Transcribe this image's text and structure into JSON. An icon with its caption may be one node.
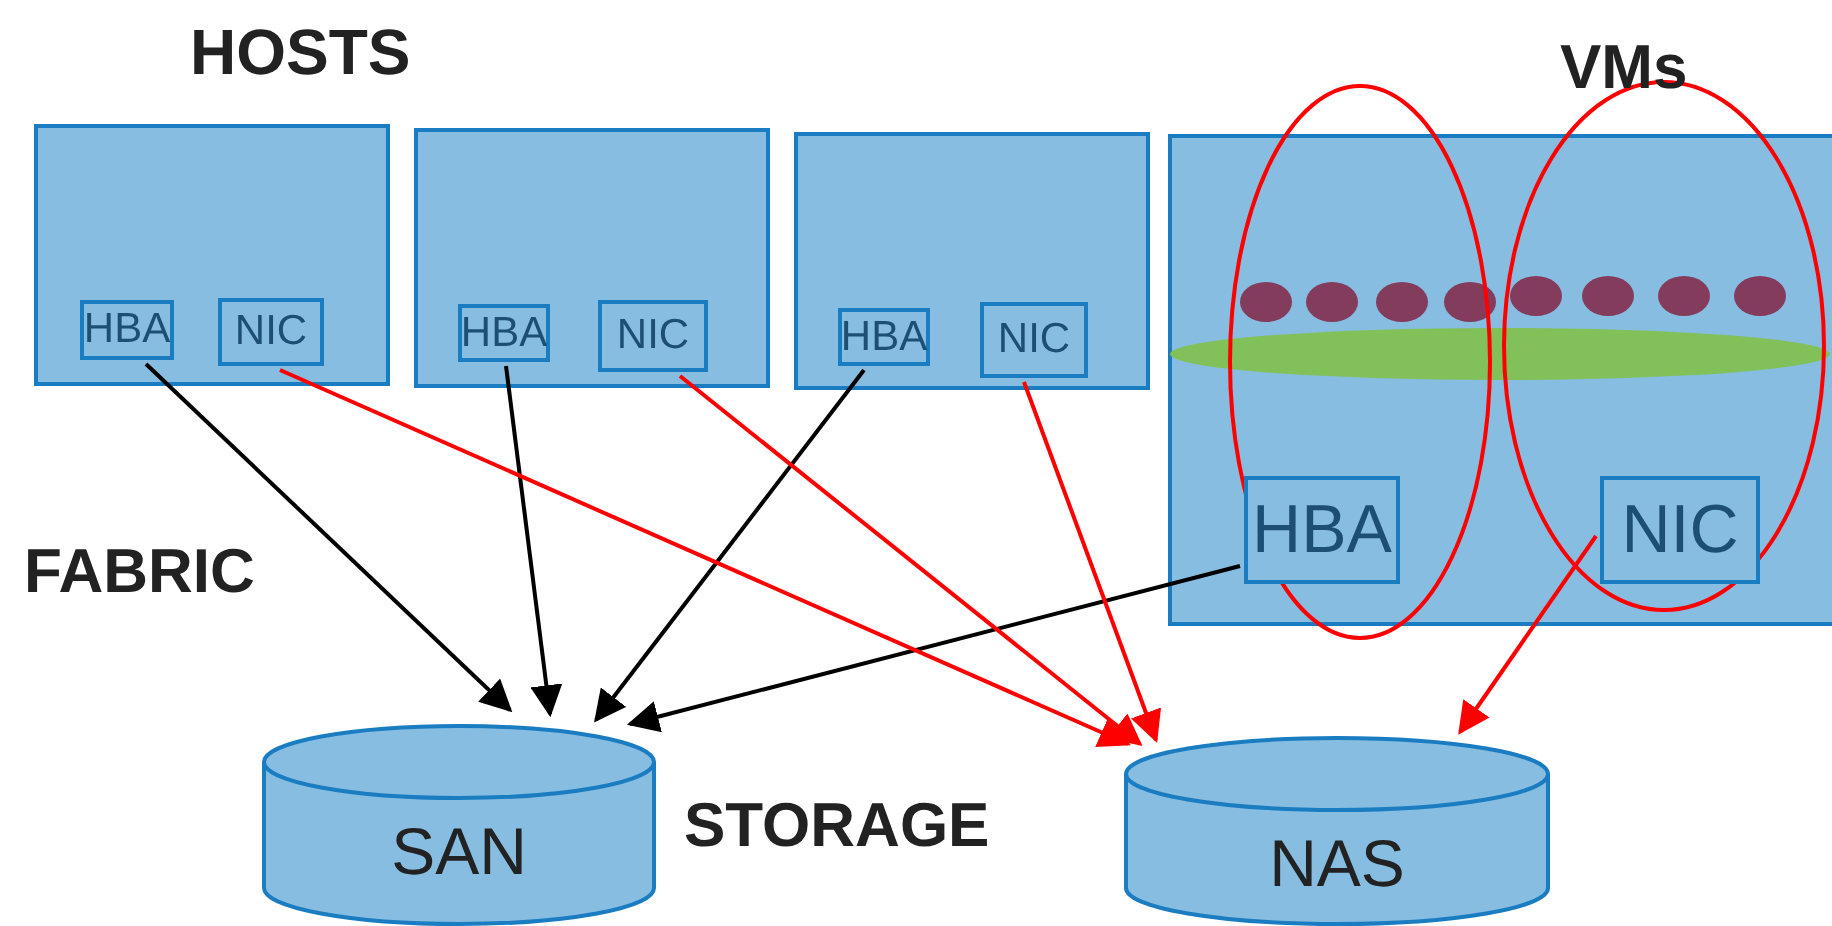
{
  "diagram": {
    "nodes": [
      {
        "text": [],
        "shape": "box"
      },
      {
        "text": [
          "HBA"
        ],
        "in": 0
      },
      {
        "text": [
          "NIC"
        ],
        "in": 0
      },
      {
        "text": [],
        "shape": "box"
      },
      {
        "text": [
          "HBA"
        ],
        "in": 3
      },
      {
        "text": [
          "NIC"
        ],
        "in": 3
      },
      {
        "text": [],
        "shape": "box"
      },
      {
        "text": [
          "HBA"
        ],
        "in": 6
      },
      {
        "text": [
          "NIC"
        ],
        "in": 6
      },
      {
        "text": [],
        "shape": "box"
      },
      {
        "text": [
          "HBA"
        ],
        "in": 9
      },
      {
        "text": [
          "NIC"
        ],
        "in": 9
      },
      {
        "text": [
          "SAN"
        ]
      },
      {
        "text": [
          "NAS"
        ]
      }
    ],
    "edges": [
      {
        "from": 1,
        "to": 12,
        "arrow": "to"
      },
      {
        "from": 4,
        "to": 12,
        "arrow": "to"
      },
      {
        "from": 7,
        "to": 12,
        "arrow": "to"
      },
      {
        "from": 10,
        "to": 12,
        "arrow": "to"
      },
      {
        "from": 2,
        "to": 13,
        "arrow": "to",
        "color": "#ff0000"
      },
      {
        "from": 5,
        "to": 13,
        "arrow": "to",
        "color": "#ff0000"
      },
      {
        "from": 8,
        "to": 13,
        "arrow": "to",
        "color": "#ff0000"
      },
      {
        "from": 11,
        "to": 13,
        "arrow": "to",
        "color": "#ff0000"
      }
    ],
    "labels": [
      "HOSTS",
      "VMs",
      "FABRIC",
      "STORAGE"
    ]
  }
}
